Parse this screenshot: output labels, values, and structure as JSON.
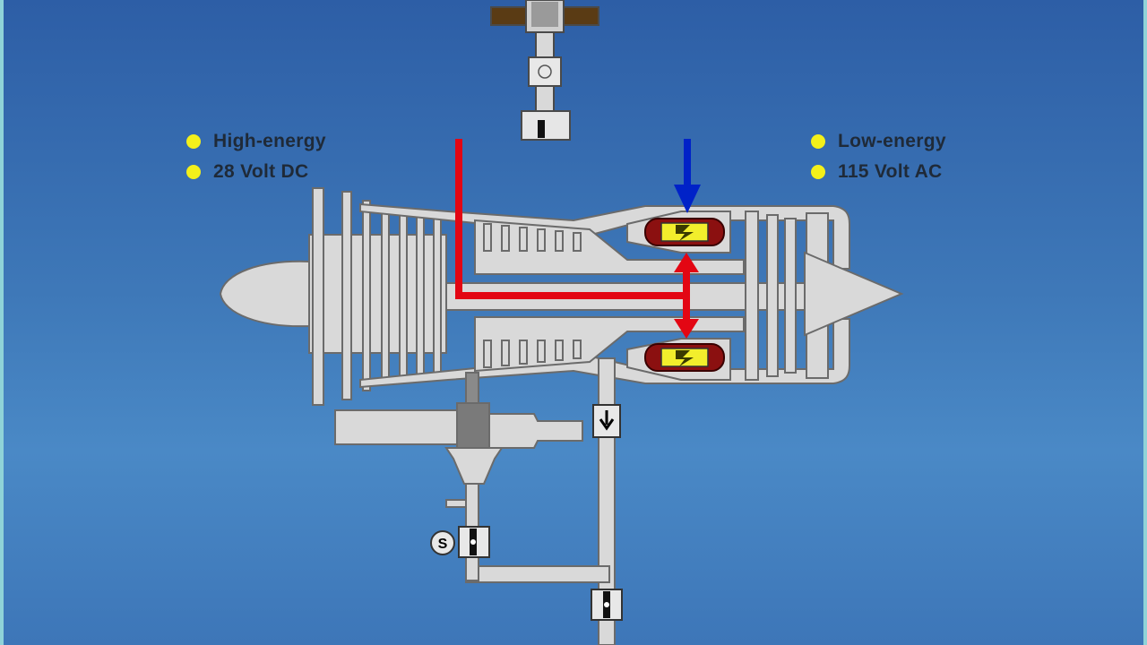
{
  "legend_left": {
    "items": [
      "High-energy",
      "28 Volt DC"
    ]
  },
  "legend_right": {
    "items": [
      "Low-energy",
      "115 Volt AC"
    ]
  },
  "colors": {
    "background": "#3e78b8",
    "engine_fill": "#d9d9d9",
    "engine_outline": "#6b6b6b",
    "high_energy_line": "#e30613",
    "low_energy_line": "#0022c8",
    "igniter_body": "#8b1010",
    "spark_box": "#f2ee2c",
    "legend_dot": "#f3f01a"
  },
  "icons": {
    "spark": "lightning-bolt",
    "flow": "arrow-down",
    "valve_label": "S"
  }
}
